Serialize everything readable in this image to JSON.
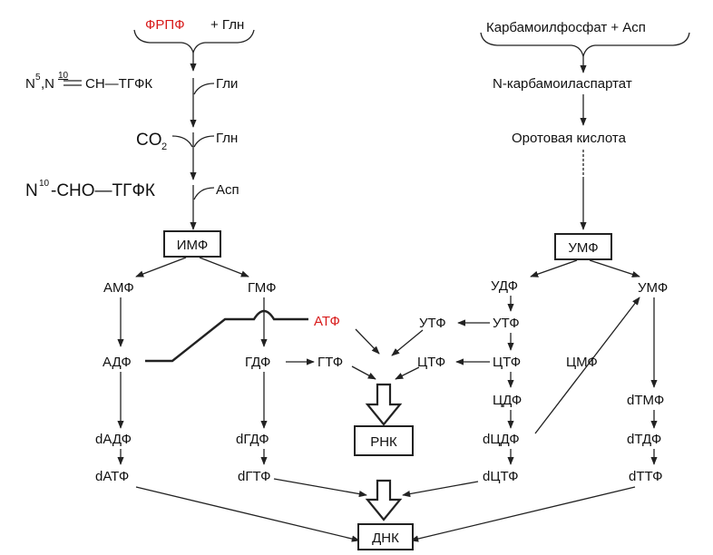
{
  "purine": {
    "frpf": "ФРПФ",
    "plus_gln": "+  Глн",
    "n5n10": "N",
    "sup5": "5",
    "sup10": "10",
    "ch_tgfk": "CH—ТГФК",
    "gly": "Гли",
    "co2": "CO",
    "co2_sub": "2",
    "gln2": "Глн",
    "n10": "N",
    "n10_sup": "10",
    "cho_tgfk": "-CHO—ТГФК",
    "asp": "Асп",
    "imf": "ИМФ",
    "amf": "АМФ",
    "gmf": "ГМФ",
    "adf": "АДФ",
    "gdf": "ГДФ",
    "gtf": "ГТФ",
    "dadf": "dАДФ",
    "datf": "dАТФ",
    "dgdf": "dГДФ",
    "dgtf": "dГТФ"
  },
  "pyrimidine": {
    "carbamoyl": "Карбамоилфосфат  + Асп",
    "ncarbamoyl": "N-карбамоиласпартат",
    "orotic": "Оротовая  кислота",
    "umf_box": "УМФ",
    "udf": "УДФ",
    "umf_right": "УМФ",
    "utf": "УТФ",
    "utf_left": "УТФ",
    "ctf": "ЦТФ",
    "ctf_left": "ЦТФ",
    "cdf": "ЦДФ",
    "cmf": "ЦМФ",
    "dcdf": "dЦДФ",
    "dctf": "dЦТФ",
    "dtmf": "dТМФ",
    "dtdf": "dТДФ",
    "dttf": "dТТФ"
  },
  "center": {
    "atf": "АТФ",
    "rnk": "РНК",
    "dnk": "ДНК"
  },
  "colors": {
    "highlight": "#d81b1b",
    "line": "#222222"
  }
}
